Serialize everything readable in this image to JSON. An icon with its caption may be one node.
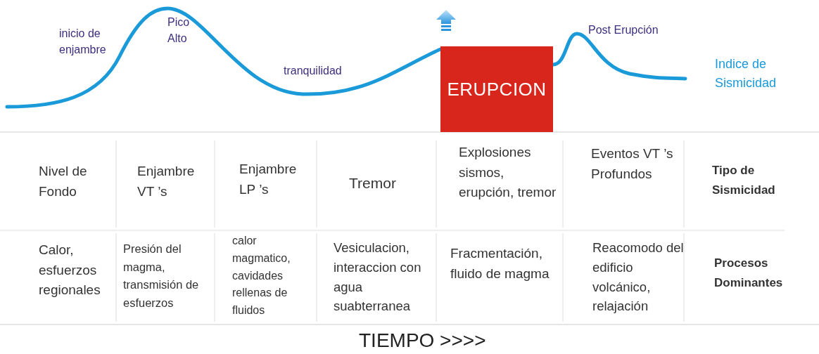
{
  "diagram": {
    "nodes": [
      {
        "text": [
          "ERUPCION"
        ]
      }
    ],
    "labels": [
      "inicio de enjambre",
      "Pico Alto",
      "tranquilidad",
      "Post Erupción",
      "Indice de Sismicidad",
      "Nivel de Fondo",
      "Enjambre VT ’s",
      "Enjambre LP ’s",
      "Tremor",
      "Explosiones sismos, erupción, tremor",
      "Eventos VT ’s Profundos",
      "Tipo de Sismicidad",
      "Calor, esfuerzos regionales",
      "Presión del magma, transmisión de esfuerzos",
      "calor magmatico, cavidades rellenas de fluidos",
      "Vesiculacion, interaccion con agua suabterranea",
      "Fracmentación, fluido de magma",
      "Reacomodo del edificio volcánico, relajación",
      "Procesos Dominantes",
      "TIEMPO >>>>"
    ]
  }
}
